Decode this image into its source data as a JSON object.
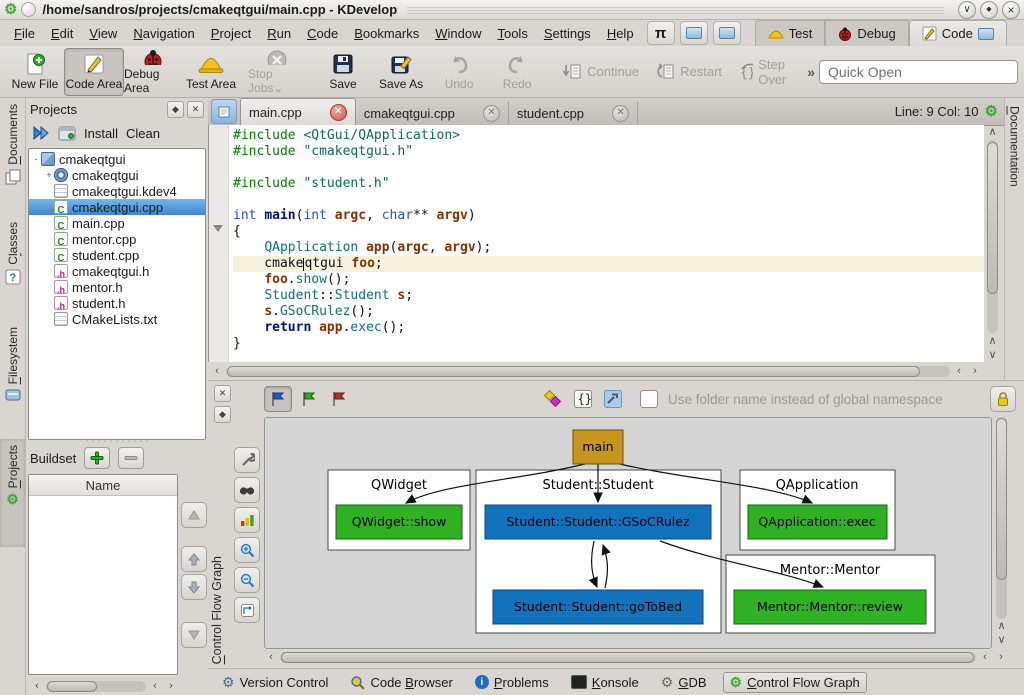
{
  "window": {
    "title": "/home/sandros/projects/cmakeqtgui/main.cpp - KDevelop"
  },
  "menubar": {
    "items": [
      "File",
      "Edit",
      "View",
      "Navigation",
      "Project",
      "Run",
      "Code",
      "Bookmarks",
      "Window",
      "Tools",
      "Settings",
      "Help"
    ],
    "pi_label": "π",
    "areas": {
      "test": "Test",
      "debug": "Debug",
      "code": "Code"
    }
  },
  "toolbar": {
    "new_file": "New File",
    "code_area": "Code Area",
    "debug_area": "Debug Area",
    "test_area": "Test Area",
    "stop_jobs": "Stop Jobs",
    "save": "Save",
    "save_as": "Save As",
    "undo": "Undo",
    "redo": "Redo",
    "continue": "Continue",
    "restart": "Restart",
    "step_over": "Step Over",
    "quick_open_placeholder": "Quick Open"
  },
  "left_tabs": [
    "Documents",
    "Classes",
    "Filesystem",
    "Projects"
  ],
  "right_tab": "Documentation",
  "projects_panel": {
    "title": "Projects",
    "install": "Install",
    "clean": "Clean",
    "buildset_label": "Buildset",
    "name_header": "Name",
    "tree": [
      {
        "label": "cmakeqtgui",
        "icon": "project",
        "depth": 0,
        "exp": "-"
      },
      {
        "label": "cmakeqtgui",
        "icon": "target",
        "depth": 1,
        "exp": "+"
      },
      {
        "label": "cmakeqtgui.kdev4",
        "icon": "file",
        "depth": 1
      },
      {
        "label": "cmakeqtgui.cpp",
        "icon": "cpp",
        "depth": 1,
        "selected": true
      },
      {
        "label": "main.cpp",
        "icon": "cpp",
        "depth": 1
      },
      {
        "label": "mentor.cpp",
        "icon": "cpp",
        "depth": 1
      },
      {
        "label": "student.cpp",
        "icon": "cpp",
        "depth": 1
      },
      {
        "label": "cmakeqtgui.h",
        "icon": "h",
        "depth": 1
      },
      {
        "label": "mentor.h",
        "icon": "h",
        "depth": 1
      },
      {
        "label": "student.h",
        "icon": "h",
        "depth": 1
      },
      {
        "label": "CMakeLists.txt",
        "icon": "file",
        "depth": 1
      }
    ]
  },
  "editor": {
    "tabs": [
      {
        "label": "main.cpp",
        "active": true
      },
      {
        "label": "cmakeqtgui.cpp",
        "active": false
      },
      {
        "label": "student.cpp",
        "active": false
      }
    ],
    "status": "Line: 9 Col: 10",
    "code_lines": [
      {
        "tokens": [
          {
            "t": "#include",
            "c": "pp"
          },
          {
            "t": " ",
            "c": "pl"
          },
          {
            "t": "<QtGui/QApplication>",
            "c": "str"
          }
        ]
      },
      {
        "tokens": [
          {
            "t": "#include",
            "c": "pp"
          },
          {
            "t": " ",
            "c": "pl"
          },
          {
            "t": "\"cmakeqtgui.h\"",
            "c": "str"
          }
        ]
      },
      {
        "tokens": []
      },
      {
        "tokens": [
          {
            "t": "#include",
            "c": "pp"
          },
          {
            "t": " ",
            "c": "pl"
          },
          {
            "t": "\"student.h\"",
            "c": "str"
          }
        ]
      },
      {
        "tokens": []
      },
      {
        "tokens": [
          {
            "t": "int",
            "c": "kw"
          },
          {
            "t": " ",
            "c": "pl"
          },
          {
            "t": "main",
            "c": "fn"
          },
          {
            "t": "(",
            "c": "pl"
          },
          {
            "t": "int",
            "c": "kw"
          },
          {
            "t": " ",
            "c": "pl"
          },
          {
            "t": "argc",
            "c": "var"
          },
          {
            "t": ", ",
            "c": "pl"
          },
          {
            "t": "char",
            "c": "kw"
          },
          {
            "t": "** ",
            "c": "pl"
          },
          {
            "t": "argv",
            "c": "var"
          },
          {
            "t": ")",
            "c": "pl"
          }
        ]
      },
      {
        "fold": true,
        "tokens": [
          {
            "t": "{",
            "c": "pl"
          }
        ]
      },
      {
        "tokens": [
          {
            "t": "    ",
            "c": "pl"
          },
          {
            "t": "QApplication",
            "c": "typ"
          },
          {
            "t": " ",
            "c": "pl"
          },
          {
            "t": "app",
            "c": "var"
          },
          {
            "t": "(",
            "c": "pl"
          },
          {
            "t": "argc",
            "c": "var"
          },
          {
            "t": ", ",
            "c": "pl"
          },
          {
            "t": "argv",
            "c": "var"
          },
          {
            "t": ");",
            "c": "pl"
          }
        ]
      },
      {
        "current": true,
        "tokens": [
          {
            "t": "    cmake",
            "c": "pl"
          },
          {
            "t": "",
            "c": "cur"
          },
          {
            "t": "qtgui ",
            "c": "pl"
          },
          {
            "t": "foo",
            "c": "var"
          },
          {
            "t": ";",
            "c": "pl"
          }
        ]
      },
      {
        "tokens": [
          {
            "t": "    ",
            "c": "pl"
          },
          {
            "t": "foo",
            "c": "var"
          },
          {
            "t": ".",
            "c": "pl"
          },
          {
            "t": "show",
            "c": "mem"
          },
          {
            "t": "();",
            "c": "pl"
          }
        ]
      },
      {
        "tokens": [
          {
            "t": "    ",
            "c": "pl"
          },
          {
            "t": "Student",
            "c": "typ"
          },
          {
            "t": "::",
            "c": "pl"
          },
          {
            "t": "Student",
            "c": "typ"
          },
          {
            "t": " ",
            "c": "pl"
          },
          {
            "t": "s",
            "c": "var"
          },
          {
            "t": ";",
            "c": "pl"
          }
        ]
      },
      {
        "tokens": [
          {
            "t": "    ",
            "c": "pl"
          },
          {
            "t": "s",
            "c": "var"
          },
          {
            "t": ".",
            "c": "pl"
          },
          {
            "t": "GSoCRulez",
            "c": "mem"
          },
          {
            "t": "();",
            "c": "pl"
          }
        ]
      },
      {
        "tokens": [
          {
            "t": "    ",
            "c": "pl"
          },
          {
            "t": "return",
            "c": "kwb"
          },
          {
            "t": " ",
            "c": "pl"
          },
          {
            "t": "app",
            "c": "var"
          },
          {
            "t": ".",
            "c": "pl"
          },
          {
            "t": "exec",
            "c": "mem"
          },
          {
            "t": "();",
            "c": "pl"
          }
        ]
      },
      {
        "tokens": [
          {
            "t": "}",
            "c": "pl"
          }
        ]
      }
    ]
  },
  "bottom_panel": {
    "checkbox_label": "Use folder name instead of global namespace",
    "tool_label": "Control Flow Graph"
  },
  "graph": {
    "colors": {
      "gold": "#c8951f",
      "green": "#2eb122",
      "blue": "#1272bc",
      "cluster": "#ffffff"
    },
    "main_label": "main",
    "clusters": [
      {
        "label": "QWidget",
        "nodes": [
          {
            "label": "QWidget::show"
          }
        ]
      },
      {
        "label": "Student::Student",
        "nodes": [
          {
            "label": "Student::Student::GSoCRulez"
          },
          {
            "label": "Student::Student::goToBed"
          }
        ]
      },
      {
        "label": "QApplication",
        "nodes": [
          {
            "label": "QApplication::exec"
          }
        ]
      },
      {
        "label": "Mentor::Mentor",
        "nodes": [
          {
            "label": "Mentor::Mentor::review"
          }
        ]
      }
    ]
  },
  "status_bar": {
    "items": [
      "Version Control",
      "Code Browser",
      "Problems",
      "Konsole",
      "GDB",
      "Control Flow Graph"
    ]
  }
}
